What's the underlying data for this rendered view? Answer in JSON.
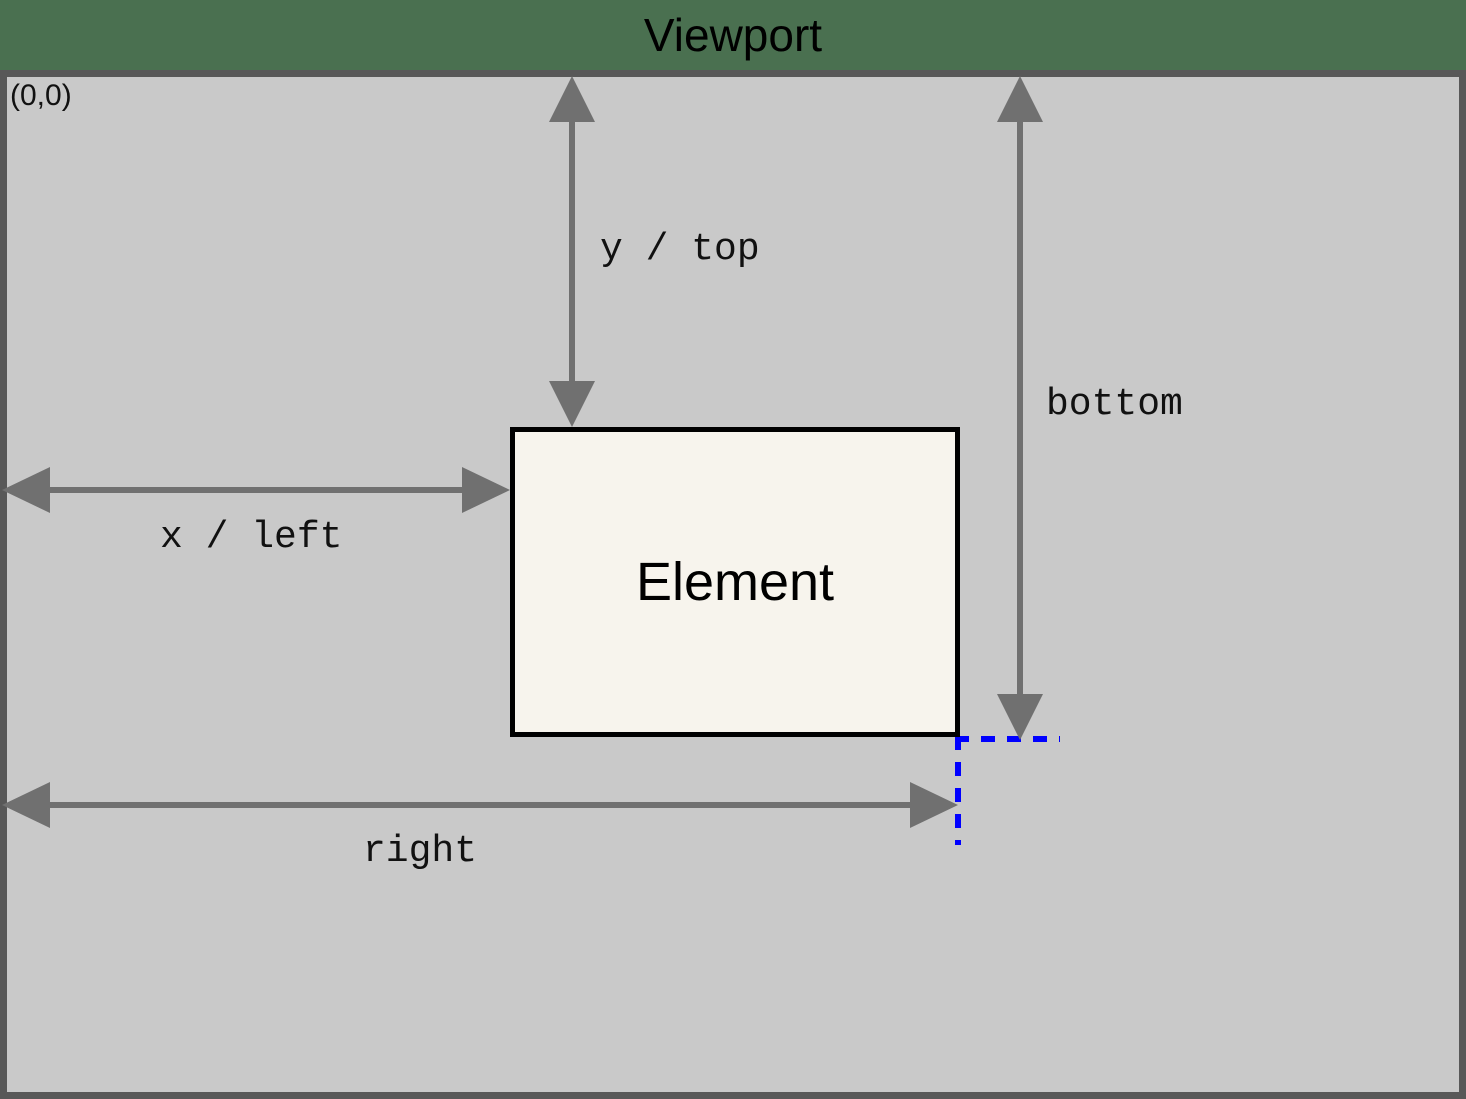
{
  "diagram": {
    "type": "box-model-coordinates-diagram",
    "title": "Viewport",
    "origin_label": "(0,0)",
    "element_label": "Element",
    "colors": {
      "header_background": "#4a7050",
      "viewport_background": "#c9c9c9",
      "viewport_border": "#585858",
      "element_background": "#f7f4ed",
      "element_border": "#000000",
      "arrow": "#707070",
      "guide_dashed": "#0000ff",
      "text": "#000000"
    },
    "measurements": [
      {
        "id": "y-top",
        "label": "y / top",
        "orientation": "vertical",
        "from": "viewport-top-edge",
        "to": "element-top-edge",
        "arrowheads": "both"
      },
      {
        "id": "bottom",
        "label": "bottom",
        "orientation": "vertical",
        "from": "viewport-top-edge",
        "to": "element-bottom-edge",
        "arrowheads": "both"
      },
      {
        "id": "x-left",
        "label": "x / left",
        "orientation": "horizontal",
        "from": "viewport-left-edge",
        "to": "element-left-edge",
        "arrowheads": "both"
      },
      {
        "id": "right",
        "label": "right",
        "orientation": "horizontal",
        "from": "viewport-left-edge",
        "to": "element-right-edge",
        "arrowheads": "both"
      }
    ],
    "guides": [
      {
        "id": "bottom-edge-guide",
        "style": "dashed",
        "color": "#0000ff",
        "orientation": "horizontal",
        "anchor": "element-bottom-right-corner"
      },
      {
        "id": "right-edge-guide",
        "style": "dashed",
        "color": "#0000ff",
        "orientation": "vertical",
        "anchor": "element-bottom-right-corner"
      }
    ]
  }
}
